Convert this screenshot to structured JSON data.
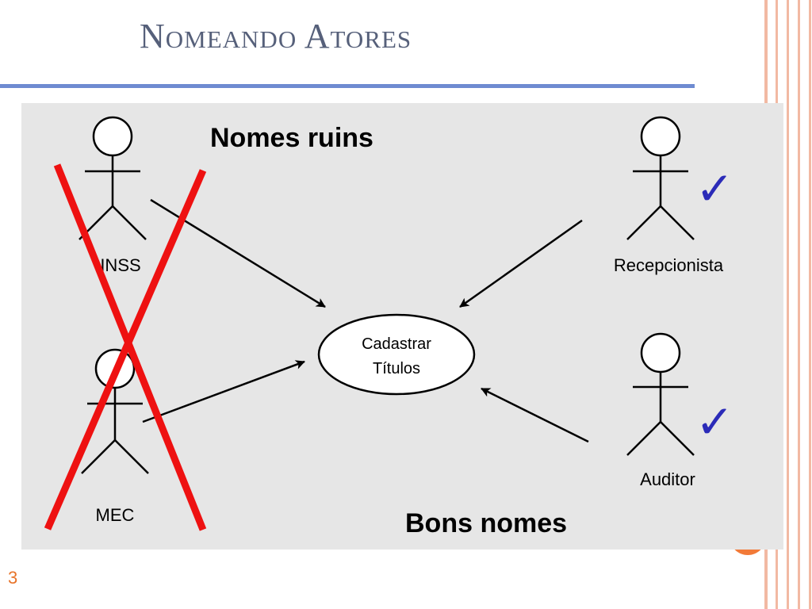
{
  "title": "Nomeando Atores",
  "bad_heading": "Nomes ruins",
  "good_heading": "Bons nomes",
  "use_case": {
    "line1": "Cadastrar",
    "line2": "Títulos"
  },
  "actors": {
    "inss": "INSS",
    "mec": "MEC",
    "recepcionista": "Recepcionista",
    "auditor": "Auditor"
  },
  "check_mark": "✓",
  "page_number": "3",
  "colors": {
    "title": "#56607a",
    "title_rule": "#6e8bd1",
    "panel": "#e6e6e6",
    "cross": "#ee1111",
    "check": "#2b2bb8",
    "accent": "#f27a38"
  }
}
